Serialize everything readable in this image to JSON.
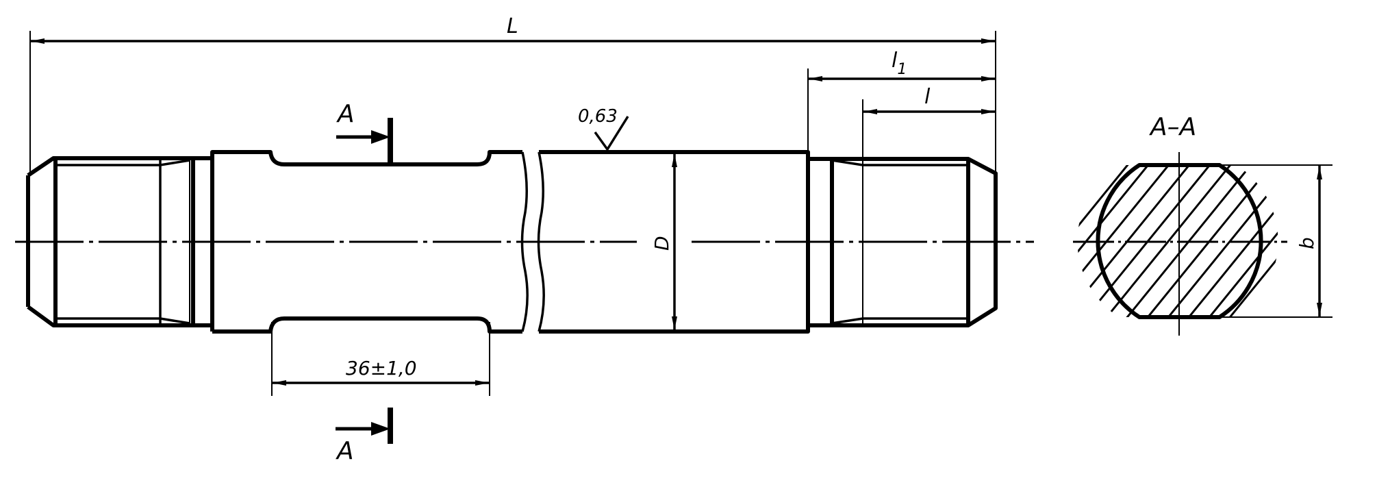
{
  "drawing": {
    "dimensions": {
      "overall_length": "L",
      "thread_length_1": "l",
      "thread_length_1_sub": "1",
      "thread_length": "l",
      "diameter": "D",
      "groove_length": "36±1,0",
      "section_width": "b"
    },
    "roughness": "0,63",
    "section_mark_top": "A",
    "section_mark_bottom": "A",
    "section_title": "A–A"
  }
}
